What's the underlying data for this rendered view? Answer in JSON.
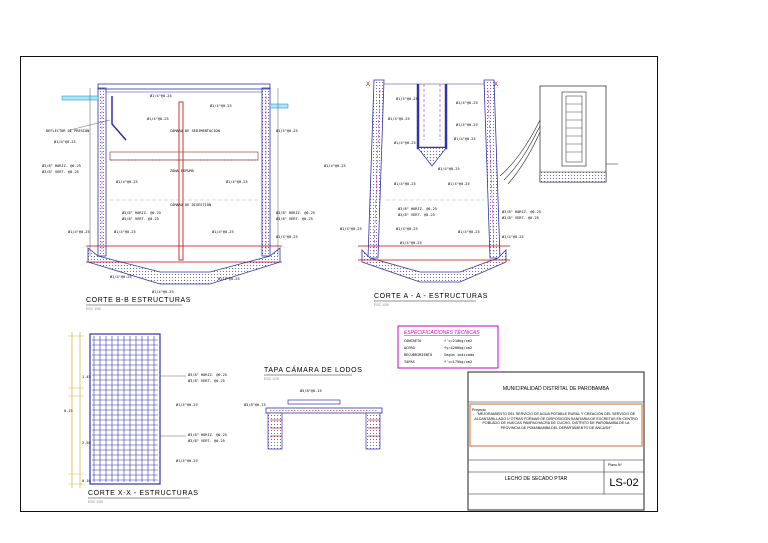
{
  "sections": {
    "bb": {
      "title": "CORTE B-B  ESTRUCTURAS",
      "scale": "ESC 1/50"
    },
    "aa": {
      "title": "CORTE A - A - ESTRUCTURAS",
      "scale": "ESC 1/50"
    },
    "xx": {
      "title": "CORTE X-X - ESTRUCTURAS",
      "scale": "ESC 1/50"
    },
    "tapa": {
      "title": "TAPA CÁMARA DE LODOS",
      "scale": "ESC 1/25"
    }
  },
  "labels": {
    "deflector": "DEFLECTOR DE PRESIÓN",
    "camara_sed": "CÁMARA DE SEDIMENTACIÓN",
    "zona_espuma": "ZONA ESPUMA",
    "camara_dig": "CÁMARA DE DIGESTIÓN",
    "stirrup": "Ø1/4\"@0.25",
    "bar_pair_1": "Ø3/8\" HORIZ. @0.25",
    "bar_pair_2": "Ø3/8\" VERT. @0.25",
    "dims_xx": [
      "1.45",
      "0.15",
      "2.50",
      "0.10"
    ],
    "tapa_1": "Ø3/8\"@0.15",
    "tapa_2": "Ø3/8\"@0.15"
  },
  "specs": {
    "title": "ESPECIFICACIONES TÉCNICAS",
    "rows": [
      {
        "k": "CONCRETO",
        "v": "f'c=210kg/cm2"
      },
      {
        "k": "ACERO",
        "v": "fy=4200kg/cm2"
      },
      {
        "k": "RECUBRIMIENTO",
        "v": "Según indicado"
      },
      {
        "k": "TAPAS",
        "v": "f'c=175kg/cm2"
      }
    ]
  },
  "title_block": {
    "entity": "MUNICIPALIDAD DISTRITAL DE PAROBAMBA",
    "project_label": "Proyecto",
    "project_text": "\"MEJORAMIENTO DEL SERVICIO DE AGUA POTABLE RURAL Y CREACIÓN DEL SERVICIO DE ALCANTARILLADO U OTRAS FORMAS DE DISPOSICIÓN SANITARIA DE EXCRETAS EN CENTRO POBLADO DE HUECAS PAMPACHACRA DE CUCHO, DISTRITO DE PAROBAMBA DE LA PROVINCIA DE POMABAMBA DEL DEPARTAMENTO DE ANCASH\"",
    "plan_title": "LECHO DE SECADO PTAR",
    "sheet_label": "Plano Nº",
    "sheet_code": "LS-02"
  }
}
